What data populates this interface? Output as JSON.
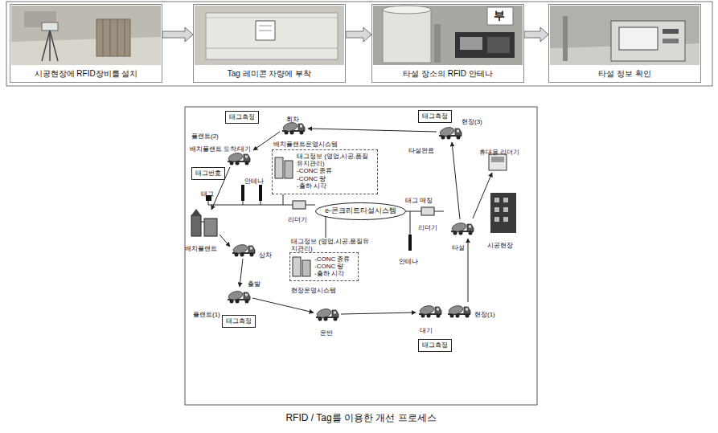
{
  "diagram": {
    "caption": "RFID / Tag를 이용한 개선 프로세스",
    "nodes": [
      {
        "text": [
          "시공현장에 RFID장비를 설치"
        ]
      },
      {
        "text": [
          "Tag 레미콘 차량에 부착"
        ]
      },
      {
        "text": [
          "타설 장소의 RFID 안테나"
        ]
      },
      {
        "text": [
          "타설 정보 확인"
        ]
      },
      {
        "text": [
          "태그측정"
        ]
      },
      {
        "text": [
          "태그측정"
        ]
      },
      {
        "text": [
          "태그번호"
        ]
      },
      {
        "text": [
          "배치플랜트운영시스템",
          "태그정보 (영업,시공,품질유지관리)",
          "-CONC 종류",
          "-CONC 량",
          "-출하 시각"
        ]
      },
      {
        "text": [
          "e-콘크리트타설시스템"
        ]
      },
      {
        "text": [
          "태그정보 (영업,시공,품질유지관리)",
          "-CONC 종류",
          "-CONC 량",
          "-출하 시각",
          "현장운영시스템"
        ]
      },
      {
        "text": [
          "태그측정"
        ]
      },
      {
        "text": [
          "태그측정"
        ]
      }
    ],
    "edges": [
      {
        "from": 0,
        "to": 1,
        "arrow": "to"
      },
      {
        "from": 1,
        "to": 2,
        "arrow": "to"
      },
      {
        "from": 2,
        "to": 3,
        "arrow": "to"
      }
    ],
    "labels": [
      "부",
      "플랜트(2)",
      "회차",
      "현장(3)",
      "배치플랜트 도착/대기",
      "타설완료",
      "휴대용 리더기",
      "안테나",
      "태그",
      "리더기",
      "태그 매칭",
      "리더기",
      "배치플랜트",
      "시공현장",
      "상차",
      "타설",
      "안테나",
      "출발",
      "플랜트(1)",
      "현장(1)",
      "대기",
      "운반"
    ]
  }
}
